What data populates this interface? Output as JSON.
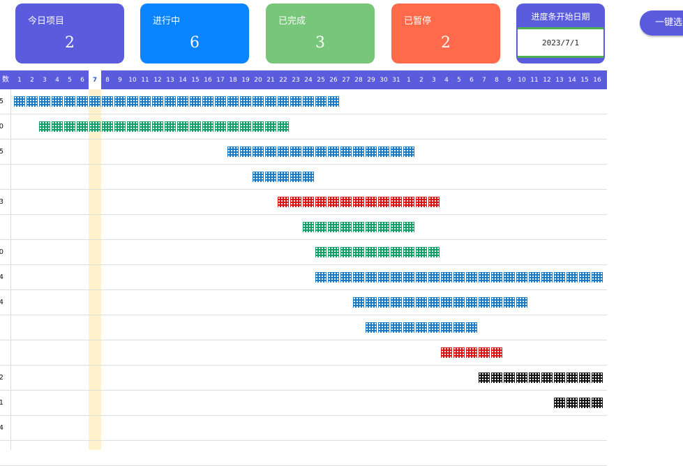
{
  "cards": [
    {
      "label": "今日项目",
      "value": "2",
      "color": "#5b5bde"
    },
    {
      "label": "进行中",
      "value": "6",
      "color": "#0a84ff"
    },
    {
      "label": "已完成",
      "value": "3",
      "color": "#78c67a"
    },
    {
      "label": "已暂停",
      "value": "2",
      "color": "#ff6b4a"
    }
  ],
  "start_date": {
    "label": "进度条开始日期",
    "value": "2023/7/1"
  },
  "side_button": {
    "label": "一键选"
  },
  "header": {
    "days_label": "数",
    "days": [
      "1",
      "2",
      "3",
      "4",
      "5",
      "6",
      "7",
      "8",
      "9",
      "10",
      "11",
      "12",
      "13",
      "14",
      "15",
      "16",
      "17",
      "18",
      "19",
      "20",
      "21",
      "22",
      "23",
      "24",
      "25",
      "26",
      "27",
      "28",
      "29",
      "30",
      "31",
      "1",
      "2",
      "3",
      "4",
      "5",
      "6",
      "7",
      "8",
      "9",
      "10",
      "11",
      "12",
      "13",
      "14",
      "15",
      "16"
    ],
    "today_index": 6
  },
  "status_colors": {
    "in_progress": "#1879c8",
    "completed": "#0fa064",
    "paused": "#dd1111",
    "other": "#111111"
  },
  "rows": [
    {
      "label": "5",
      "status": "in_progress",
      "start": 1,
      "end": 26
    },
    {
      "label": "0",
      "status": "completed",
      "start": 3,
      "end": 22
    },
    {
      "label": "5",
      "status": "in_progress",
      "start": 18,
      "end": 32
    },
    {
      "label": "",
      "status": "in_progress",
      "start": 20,
      "end": 24
    },
    {
      "label": "3",
      "status": "paused",
      "start": 22,
      "end": 34
    },
    {
      "label": "",
      "status": "completed",
      "start": 24,
      "end": 32
    },
    {
      "label": "0",
      "status": "completed",
      "start": 25,
      "end": 34
    },
    {
      "label": "4",
      "status": "in_progress",
      "start": 25,
      "end": 47
    },
    {
      "label": "4",
      "status": "in_progress",
      "start": 28,
      "end": 41
    },
    {
      "label": "",
      "status": "in_progress",
      "start": 29,
      "end": 37
    },
    {
      "label": "",
      "status": "paused",
      "start": 35,
      "end": 39
    },
    {
      "label": "2",
      "status": "other",
      "start": 38,
      "end": 47
    },
    {
      "label": "1",
      "status": "other",
      "start": 44,
      "end": 47
    },
    {
      "label": "4",
      "status": "none",
      "start": 0,
      "end": -1
    },
    {
      "label": "",
      "status": "none",
      "start": 0,
      "end": -1
    }
  ]
}
